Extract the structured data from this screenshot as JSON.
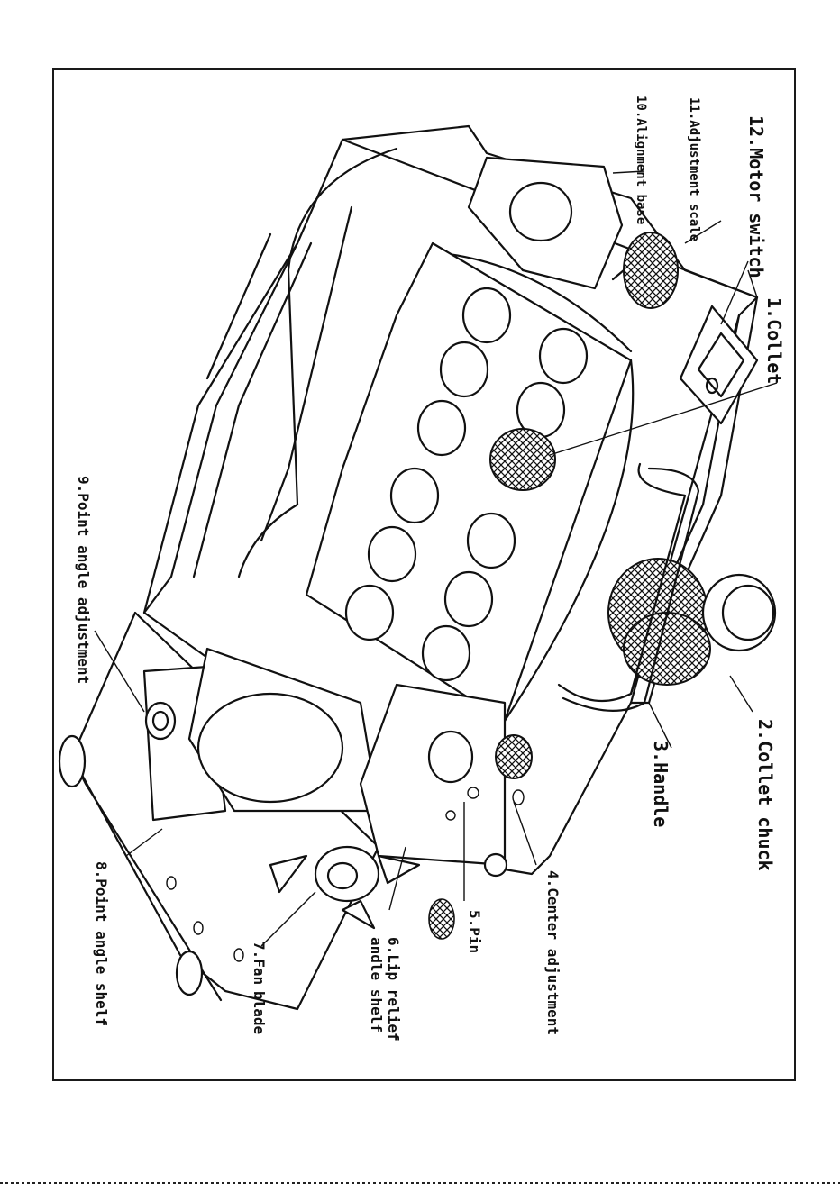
{
  "labels": {
    "collet": "1.Collet",
    "collet_chuck": "2.Collet chuck",
    "handle": "3.Handle",
    "center_adjustment": "4.Center adjustment",
    "pin": "5.Pin",
    "lip_relief_1": "6.Lip relief",
    "lip_relief_2": "andle shelf",
    "fan_blade_1": "7.Fan",
    "fan_blade_2": "blade",
    "point_angle_shelf": "8.Point angle shelf",
    "point_angle_adjustment": "9.Point angle adjustment",
    "alignment_base": "10.Alignment base",
    "adjustment_scale": "11.Adjustment scale",
    "motor_switch": "12.Motor switch"
  }
}
